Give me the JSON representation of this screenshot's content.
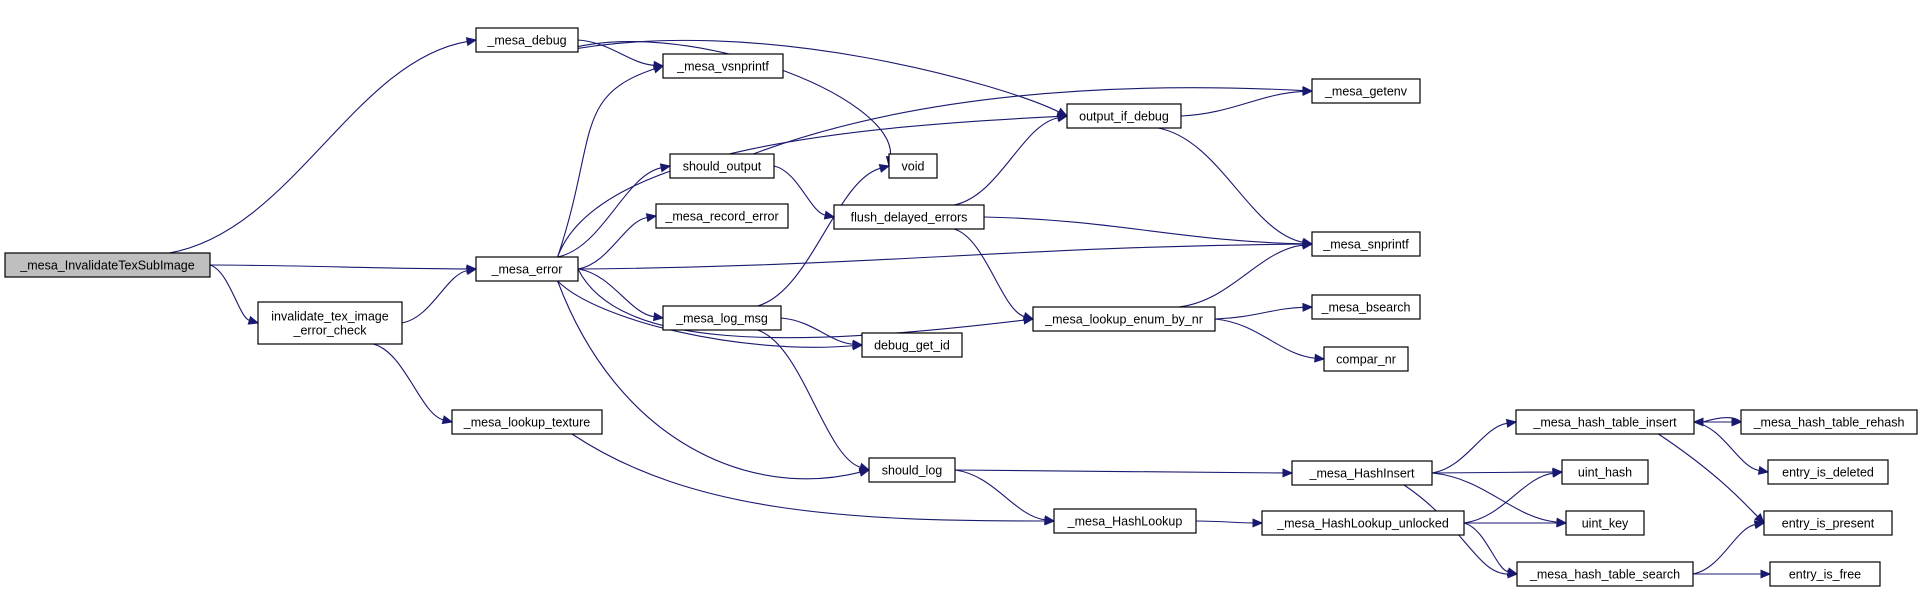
{
  "diagram": {
    "colors": {
      "edge": "#191970",
      "root_fill": "#bfbfbf",
      "node_fill": "#ffffff",
      "node_border": "#000000"
    },
    "nodes": [
      {
        "id": "invalidate_tex_sub_image",
        "lines": [
          "_mesa_InvalidateTexSubImage"
        ],
        "root": true
      },
      {
        "id": "mesa_debug",
        "lines": [
          "_mesa_debug"
        ]
      },
      {
        "id": "mesa_error",
        "lines": [
          "_mesa_error"
        ]
      },
      {
        "id": "invalidate_tex_image_error_check",
        "lines": [
          "invalidate_tex_image",
          "_error_check"
        ]
      },
      {
        "id": "mesa_lookup_texture",
        "lines": [
          "_mesa_lookup_texture"
        ]
      },
      {
        "id": "mesa_vsnprintf",
        "lines": [
          "_mesa_vsnprintf"
        ]
      },
      {
        "id": "should_output",
        "lines": [
          "should_output"
        ]
      },
      {
        "id": "mesa_record_error",
        "lines": [
          "_mesa_record_error"
        ]
      },
      {
        "id": "mesa_log_msg",
        "lines": [
          "_mesa_log_msg"
        ]
      },
      {
        "id": "void",
        "lines": [
          "void"
        ]
      },
      {
        "id": "flush_delayed_errors",
        "lines": [
          "flush_delayed_errors"
        ]
      },
      {
        "id": "debug_get_id",
        "lines": [
          "debug_get_id"
        ]
      },
      {
        "id": "should_log",
        "lines": [
          "should_log"
        ]
      },
      {
        "id": "output_if_debug",
        "lines": [
          "output_if_debug"
        ]
      },
      {
        "id": "mesa_lookup_enum_by_nr",
        "lines": [
          "_mesa_lookup_enum_by_nr"
        ]
      },
      {
        "id": "mesa_hash_lookup",
        "lines": [
          "_mesa_HashLookup"
        ]
      },
      {
        "id": "mesa_getenv",
        "lines": [
          "_mesa_getenv"
        ]
      },
      {
        "id": "mesa_snprintf",
        "lines": [
          "_mesa_snprintf"
        ]
      },
      {
        "id": "mesa_bsearch",
        "lines": [
          "_mesa_bsearch"
        ]
      },
      {
        "id": "compar_nr",
        "lines": [
          "compar_nr"
        ]
      },
      {
        "id": "mesa_hash_insert",
        "lines": [
          "_mesa_HashInsert"
        ]
      },
      {
        "id": "mesa_hash_lookup_unlocked",
        "lines": [
          "_mesa_HashLookup_unlocked"
        ]
      },
      {
        "id": "uint_hash",
        "lines": [
          "uint_hash"
        ]
      },
      {
        "id": "uint_key",
        "lines": [
          "uint_key"
        ]
      },
      {
        "id": "mesa_hash_table_insert",
        "lines": [
          "_mesa_hash_table_insert"
        ]
      },
      {
        "id": "mesa_hash_table_search",
        "lines": [
          "_mesa_hash_table_search"
        ]
      },
      {
        "id": "mesa_hash_table_rehash",
        "lines": [
          "_mesa_hash_table_rehash"
        ]
      },
      {
        "id": "entry_is_deleted",
        "lines": [
          "entry_is_deleted"
        ]
      },
      {
        "id": "entry_is_present",
        "lines": [
          "entry_is_present"
        ]
      },
      {
        "id": "entry_is_free",
        "lines": [
          "entry_is_free"
        ]
      }
    ],
    "edges": [
      {
        "from": "invalidate_tex_sub_image",
        "to": "mesa_debug"
      },
      {
        "from": "invalidate_tex_sub_image",
        "to": "mesa_error"
      },
      {
        "from": "invalidate_tex_sub_image",
        "to": "invalidate_tex_image_error_check"
      },
      {
        "from": "mesa_debug",
        "to": "mesa_vsnprintf"
      },
      {
        "from": "mesa_debug",
        "to": "void"
      },
      {
        "from": "mesa_debug",
        "to": "output_if_debug"
      },
      {
        "from": "mesa_error",
        "to": "mesa_vsnprintf"
      },
      {
        "from": "mesa_error",
        "to": "output_if_debug"
      },
      {
        "from": "mesa_error",
        "to": "should_output"
      },
      {
        "from": "mesa_error",
        "to": "mesa_record_error"
      },
      {
        "from": "mesa_error",
        "to": "mesa_snprintf"
      },
      {
        "from": "mesa_error",
        "to": "mesa_log_msg"
      },
      {
        "from": "mesa_error",
        "to": "debug_get_id"
      },
      {
        "from": "mesa_error",
        "to": "mesa_lookup_enum_by_nr"
      },
      {
        "from": "mesa_error",
        "to": "should_log"
      },
      {
        "from": "invalidate_tex_image_error_check",
        "to": "mesa_error"
      },
      {
        "from": "invalidate_tex_image_error_check",
        "to": "mesa_lookup_texture"
      },
      {
        "from": "mesa_lookup_texture",
        "to": "mesa_hash_lookup"
      },
      {
        "from": "should_output",
        "to": "mesa_getenv"
      },
      {
        "from": "should_output",
        "to": "flush_delayed_errors"
      },
      {
        "from": "mesa_log_msg",
        "to": "void"
      },
      {
        "from": "mesa_log_msg",
        "to": "debug_get_id"
      },
      {
        "from": "mesa_log_msg",
        "to": "should_log"
      },
      {
        "from": "flush_delayed_errors",
        "to": "output_if_debug"
      },
      {
        "from": "flush_delayed_errors",
        "to": "mesa_snprintf"
      },
      {
        "from": "flush_delayed_errors",
        "to": "mesa_lookup_enum_by_nr"
      },
      {
        "from": "should_log",
        "to": "mesa_hash_insert"
      },
      {
        "from": "should_log",
        "to": "mesa_hash_lookup"
      },
      {
        "from": "output_if_debug",
        "to": "mesa_getenv"
      },
      {
        "from": "output_if_debug",
        "to": "mesa_snprintf"
      },
      {
        "from": "mesa_lookup_enum_by_nr",
        "to": "mesa_snprintf"
      },
      {
        "from": "mesa_lookup_enum_by_nr",
        "to": "mesa_bsearch"
      },
      {
        "from": "mesa_lookup_enum_by_nr",
        "to": "compar_nr"
      },
      {
        "from": "mesa_hash_lookup",
        "to": "mesa_hash_lookup_unlocked"
      },
      {
        "from": "mesa_hash_insert",
        "to": "mesa_hash_table_insert"
      },
      {
        "from": "mesa_hash_insert",
        "to": "uint_hash"
      },
      {
        "from": "mesa_hash_insert",
        "to": "uint_key"
      },
      {
        "from": "mesa_hash_insert",
        "to": "mesa_hash_table_search"
      },
      {
        "from": "mesa_hash_lookup_unlocked",
        "to": "uint_hash"
      },
      {
        "from": "mesa_hash_lookup_unlocked",
        "to": "uint_key"
      },
      {
        "from": "mesa_hash_lookup_unlocked",
        "to": "mesa_hash_table_search"
      },
      {
        "from": "mesa_hash_table_insert",
        "to": "mesa_hash_table_rehash"
      },
      {
        "from": "mesa_hash_table_insert",
        "to": "entry_is_deleted"
      },
      {
        "from": "mesa_hash_table_insert",
        "to": "entry_is_present"
      },
      {
        "from": "mesa_hash_table_rehash",
        "to": "mesa_hash_table_insert"
      },
      {
        "from": "mesa_hash_table_search",
        "to": "entry_is_present"
      },
      {
        "from": "mesa_hash_table_search",
        "to": "entry_is_free"
      }
    ]
  }
}
